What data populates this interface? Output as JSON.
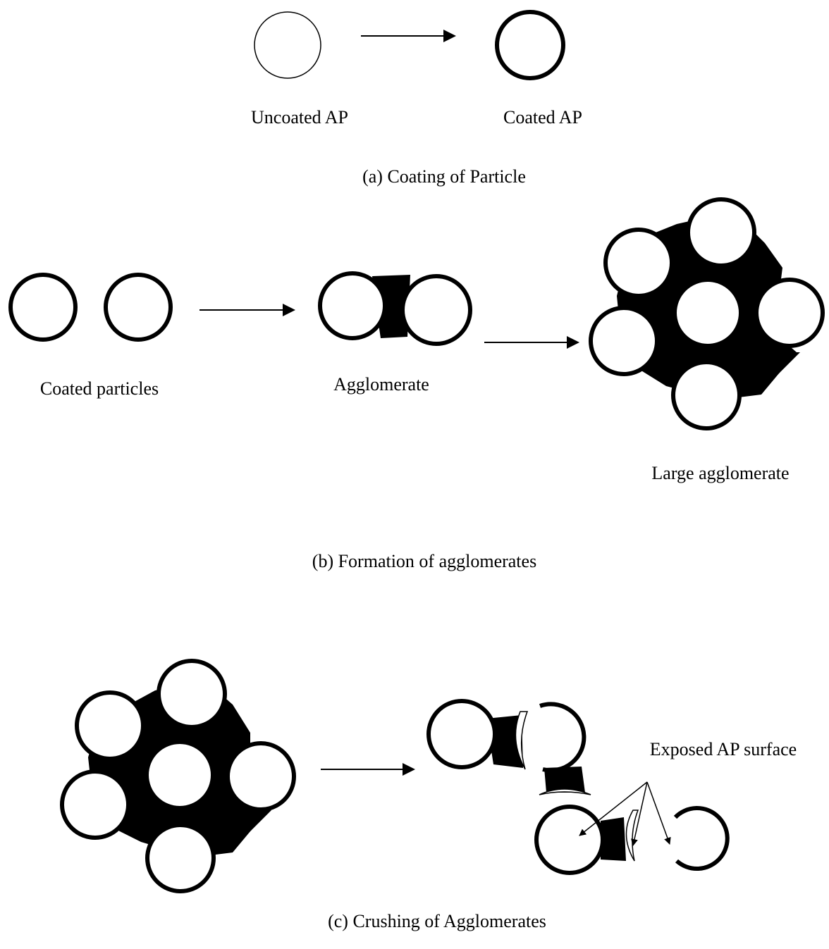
{
  "panel_a": {
    "caption": "(a) Coating of Particle",
    "uncoated_label": "Uncoated AP",
    "coated_label": "Coated AP"
  },
  "panel_b": {
    "caption": "(b) Formation of agglomerates",
    "coated_particles_label": "Coated particles",
    "agglomerate_label": "Agglomerate",
    "large_agglomerate_label": "Large agglomerate"
  },
  "panel_c": {
    "caption": "(c) Crushing of Agglomerates",
    "exposed_label": "Exposed AP surface"
  },
  "colors": {
    "ink": "#000000",
    "particle_fill": "#ffffff",
    "binder": "#000000"
  }
}
